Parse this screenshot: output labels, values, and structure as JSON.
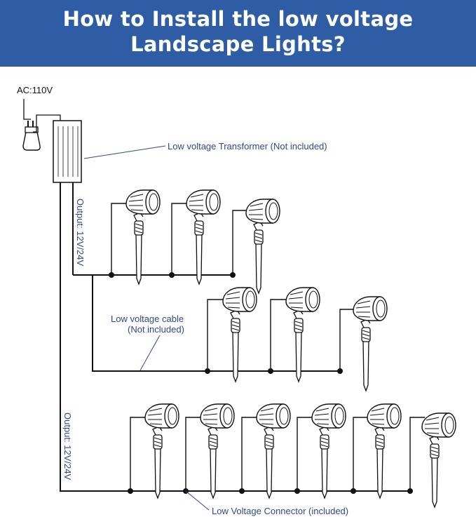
{
  "header": {
    "title_line1": "How to Install the low voltage",
    "title_line2": "Landscape Lights?",
    "background": "#2e5da6"
  },
  "labels": {
    "ac": "AC:110V",
    "transformer": "Low voltage Transformer (Not included)",
    "output_top": "Output: 12V/24V",
    "output_bottom": "Output: 12V/24V",
    "cable_line1": "Low voltage cable",
    "cable_line2": "(Not included)",
    "connector": "Low Voltage Connector (included)"
  },
  "colors": {
    "label_blue": "#2c4a8a",
    "wire": "#111111"
  },
  "icons": [
    "plug-icon",
    "transformer-icon",
    "spotlight-icon",
    "connector-dot-icon"
  ],
  "rows": [
    {
      "name": "row-1",
      "light_count": 3
    },
    {
      "name": "row-2",
      "light_count": 3
    },
    {
      "name": "row-3",
      "light_count": 6
    }
  ]
}
